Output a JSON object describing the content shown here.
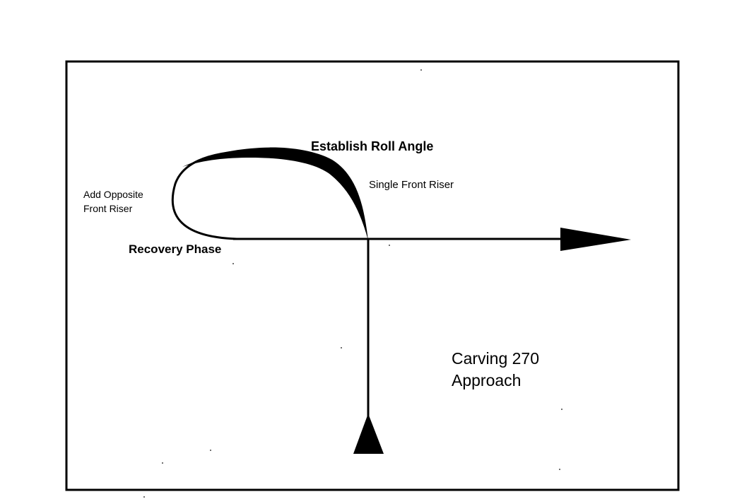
{
  "labels": {
    "establish_roll_angle": "Establish Roll Angle",
    "single_front_riser": "Single Front Riser",
    "add_opposite_front_riser": [
      "Add Opposite",
      "Front Riser"
    ],
    "recovery_phase": "Recovery Phase",
    "diagram_title": [
      "Carving 270",
      "Approach"
    ]
  },
  "colors": {
    "ink": "#000000",
    "background": "#ffffff"
  },
  "icons": {
    "entry_arrow": "arrowhead-up",
    "exit_arrow": "arrowhead-right"
  }
}
